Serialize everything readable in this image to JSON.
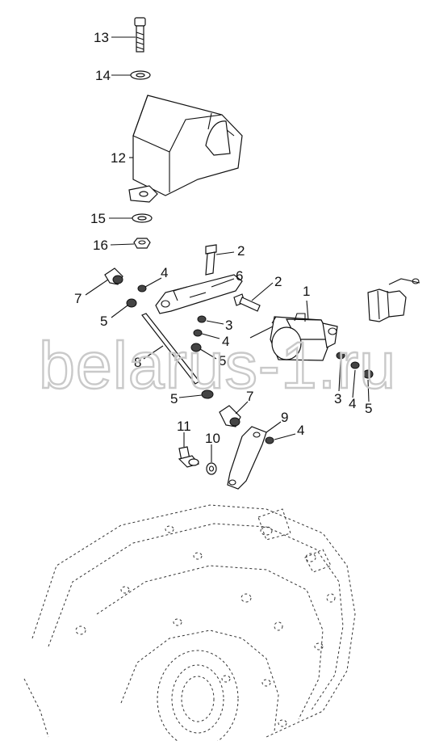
{
  "watermark": "belarus-1.ru",
  "callouts": [
    {
      "id": "c13",
      "text": "13"
    },
    {
      "id": "c14",
      "text": "14"
    },
    {
      "id": "c12",
      "text": "12"
    },
    {
      "id": "c15",
      "text": "15"
    },
    {
      "id": "c16",
      "text": "16"
    },
    {
      "id": "c2a",
      "text": "2"
    },
    {
      "id": "c4a",
      "text": "4"
    },
    {
      "id": "c6",
      "text": "6"
    },
    {
      "id": "c2b",
      "text": "2"
    },
    {
      "id": "c1",
      "text": "1"
    },
    {
      "id": "c7a",
      "text": "7"
    },
    {
      "id": "c5a",
      "text": "5"
    },
    {
      "id": "c3a",
      "text": "3"
    },
    {
      "id": "c4b",
      "text": "4"
    },
    {
      "id": "c8",
      "text": "8"
    },
    {
      "id": "c5b",
      "text": "5"
    },
    {
      "id": "c5c",
      "text": "5"
    },
    {
      "id": "c7b",
      "text": "7"
    },
    {
      "id": "c3b",
      "text": "3"
    },
    {
      "id": "c4c",
      "text": "4"
    },
    {
      "id": "c5d",
      "text": "5"
    },
    {
      "id": "c9",
      "text": "9"
    },
    {
      "id": "c4d",
      "text": "4"
    },
    {
      "id": "c11",
      "text": "11"
    },
    {
      "id": "c10",
      "text": "10"
    }
  ]
}
